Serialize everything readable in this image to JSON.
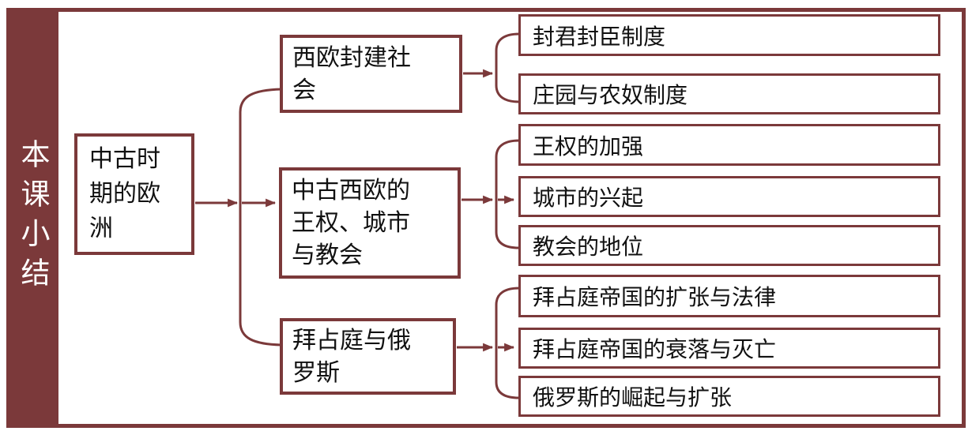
{
  "colors": {
    "accent": "#7B393A",
    "text": "#111111",
    "sidebar_text": "#FFFFFF",
    "background": "#FFFFFF"
  },
  "sidebar": {
    "title": "本课小结"
  },
  "root": {
    "label": "中古时\n期的欧\n洲"
  },
  "branches": [
    {
      "label": "西欧封建社\n会",
      "children": [
        "封君封臣制度",
        "庄园与农奴制度"
      ]
    },
    {
      "label": "中古西欧的\n王权、城市\n与教会",
      "children": [
        "王权的加强",
        "城市的兴起",
        "教会的地位"
      ]
    },
    {
      "label": "拜占庭与俄\n罗斯",
      "children": [
        "拜占庭帝国的扩张与法律",
        "拜占庭帝国的衰落与灭亡",
        "俄罗斯的崛起与扩张"
      ]
    }
  ]
}
